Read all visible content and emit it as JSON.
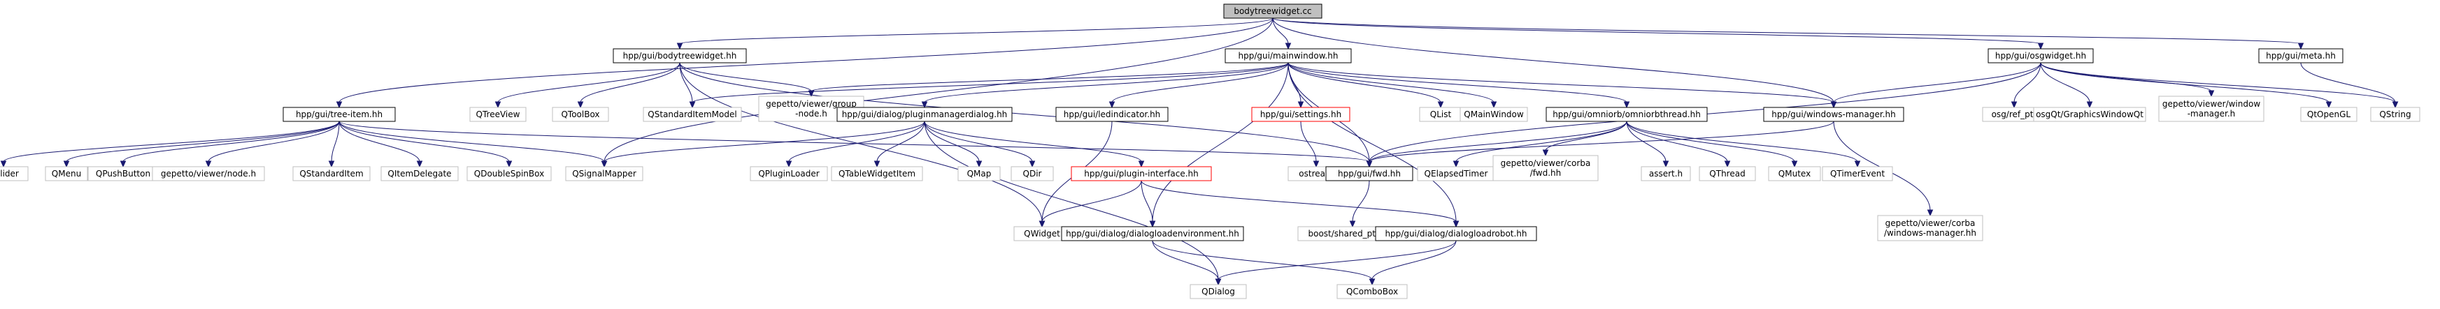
{
  "colors": {
    "edge": "#191970",
    "node_border_default": "#000000",
    "node_border_missing": "#bfbfbf",
    "node_border_broken": "#ff0000",
    "root_fill": "#bfbfbf"
  },
  "nodes": [
    {
      "id": "root",
      "label": [
        "bodytreewidget.cc"
      ],
      "style": "root"
    },
    {
      "id": "hbtw",
      "label": [
        "hpp/gui/bodytreewidget.hh"
      ],
      "style": "normal"
    },
    {
      "id": "hmw",
      "label": [
        "hpp/gui/mainwindow.hh"
      ],
      "style": "normal"
    },
    {
      "id": "hosg",
      "label": [
        "hpp/gui/osgwidget.hh"
      ],
      "style": "normal"
    },
    {
      "id": "hmeta",
      "label": [
        "hpp/gui/meta.hh"
      ],
      "style": "normal"
    },
    {
      "id": "htree",
      "label": [
        "hpp/gui/tree-item.hh"
      ],
      "style": "normal"
    },
    {
      "id": "qtreeview",
      "label": [
        "QTreeView"
      ],
      "style": "missing"
    },
    {
      "id": "qtoolbox",
      "label": [
        "QToolBox"
      ],
      "style": "missing"
    },
    {
      "id": "qsim",
      "label": [
        "QStandardItemModel"
      ],
      "style": "missing"
    },
    {
      "id": "gvgroup",
      "label": [
        "gepetto/viewer/group",
        "-node.h"
      ],
      "style": "missing"
    },
    {
      "id": "hpmd",
      "label": [
        "hpp/gui/dialog/pluginmanagerdialog.hh"
      ],
      "style": "normal"
    },
    {
      "id": "hled",
      "label": [
        "hpp/gui/ledindicator.hh"
      ],
      "style": "normal"
    },
    {
      "id": "hsettings",
      "label": [
        "hpp/gui/settings.hh"
      ],
      "style": "broken"
    },
    {
      "id": "qlist",
      "label": [
        "QList"
      ],
      "style": "missing"
    },
    {
      "id": "qmainwindow",
      "label": [
        "QMainWindow"
      ],
      "style": "missing"
    },
    {
      "id": "homni",
      "label": [
        "hpp/gui/omniorb/omniorbthread.hh"
      ],
      "style": "normal"
    },
    {
      "id": "hwm",
      "label": [
        "hpp/gui/windows-manager.hh"
      ],
      "style": "normal"
    },
    {
      "id": "osgref",
      "label": [
        "osg/ref_ptr"
      ],
      "style": "missing"
    },
    {
      "id": "osggwqt",
      "label": [
        "osgQt/GraphicsWindowQt"
      ],
      "style": "missing"
    },
    {
      "id": "gvwm",
      "label": [
        "gepetto/viewer/window",
        "-manager.h"
      ],
      "style": "missing"
    },
    {
      "id": "qtopengl",
      "label": [
        "QtOpenGL"
      ],
      "style": "missing"
    },
    {
      "id": "qstring",
      "label": [
        "QString"
      ],
      "style": "missing"
    },
    {
      "id": "qslider",
      "label": [
        "QSlider"
      ],
      "style": "missing"
    },
    {
      "id": "qmenu",
      "label": [
        "QMenu"
      ],
      "style": "missing"
    },
    {
      "id": "qpushbutton",
      "label": [
        "QPushButton"
      ],
      "style": "missing"
    },
    {
      "id": "gvnode",
      "label": [
        "gepetto/viewer/node.h"
      ],
      "style": "missing"
    },
    {
      "id": "qstditem",
      "label": [
        "QStandardItem"
      ],
      "style": "missing"
    },
    {
      "id": "qitemdelegate",
      "label": [
        "QItemDelegate"
      ],
      "style": "missing"
    },
    {
      "id": "qdspin",
      "label": [
        "QDoubleSpinBox"
      ],
      "style": "missing"
    },
    {
      "id": "qsigmap",
      "label": [
        "QSignalMapper"
      ],
      "style": "missing"
    },
    {
      "id": "qpluginloader",
      "label": [
        "QPluginLoader"
      ],
      "style": "missing"
    },
    {
      "id": "qtwi",
      "label": [
        "QTableWidgetItem"
      ],
      "style": "missing"
    },
    {
      "id": "qmap",
      "label": [
        "QMap"
      ],
      "style": "missing"
    },
    {
      "id": "qdir",
      "label": [
        "QDir"
      ],
      "style": "missing"
    },
    {
      "id": "hplugin",
      "label": [
        "hpp/gui/plugin-interface.hh"
      ],
      "style": "broken"
    },
    {
      "id": "ostream",
      "label": [
        "ostream"
      ],
      "style": "missing"
    },
    {
      "id": "hfwd",
      "label": [
        "hpp/gui/fwd.hh"
      ],
      "style": "normal"
    },
    {
      "id": "qelapsed",
      "label": [
        "QElapsedTimer"
      ],
      "style": "missing"
    },
    {
      "id": "gvcorbafwd",
      "label": [
        "gepetto/viewer/corba",
        "/fwd.hh"
      ],
      "style": "missing"
    },
    {
      "id": "asserth",
      "label": [
        "assert.h"
      ],
      "style": "missing"
    },
    {
      "id": "qthread",
      "label": [
        "QThread"
      ],
      "style": "missing"
    },
    {
      "id": "qmutex",
      "label": [
        "QMutex"
      ],
      "style": "missing"
    },
    {
      "id": "qtimerevent",
      "label": [
        "QTimerEvent"
      ],
      "style": "missing"
    },
    {
      "id": "gvcorbawm",
      "label": [
        "gepetto/viewer/corba",
        "/windows-manager.hh"
      ],
      "style": "missing"
    },
    {
      "id": "qwidget",
      "label": [
        "QWidget"
      ],
      "style": "missing"
    },
    {
      "id": "hdle",
      "label": [
        "hpp/gui/dialog/dialogloadenvironment.hh"
      ],
      "style": "normal"
    },
    {
      "id": "boostsp",
      "label": [
        "boost/shared_ptr.hpp"
      ],
      "style": "missing"
    },
    {
      "id": "hdlr",
      "label": [
        "hpp/gui/dialog/dialogloadrobot.hh"
      ],
      "style": "normal"
    },
    {
      "id": "qdialog",
      "label": [
        "QDialog"
      ],
      "style": "missing"
    },
    {
      "id": "qcombobox",
      "label": [
        "QComboBox"
      ],
      "style": "missing"
    }
  ],
  "edges": [
    [
      "root",
      "hbtw"
    ],
    [
      "root",
      "hmw"
    ],
    [
      "root",
      "hosg"
    ],
    [
      "root",
      "hmeta"
    ],
    [
      "root",
      "htree"
    ],
    [
      "root",
      "qsigmap"
    ],
    [
      "root",
      "hwm"
    ],
    [
      "hbtw",
      "qtreeview"
    ],
    [
      "hbtw",
      "qtoolbox"
    ],
    [
      "hbtw",
      "qsim"
    ],
    [
      "hbtw",
      "gvgroup"
    ],
    [
      "hbtw",
      "hfwd"
    ],
    [
      "hbtw",
      "qwidget"
    ],
    [
      "hmw",
      "qsim"
    ],
    [
      "hmw",
      "gvgroup"
    ],
    [
      "hmw",
      "hpmd"
    ],
    [
      "hmw",
      "hled"
    ],
    [
      "hmw",
      "hsettings"
    ],
    [
      "hmw",
      "qlist"
    ],
    [
      "hmw",
      "qmainwindow"
    ],
    [
      "hmw",
      "homni"
    ],
    [
      "hmw",
      "hwm"
    ],
    [
      "hmw",
      "hfwd"
    ],
    [
      "hmw",
      "hdle"
    ],
    [
      "hmw",
      "hdlr"
    ],
    [
      "hosg",
      "hwm"
    ],
    [
      "hosg",
      "osgref"
    ],
    [
      "hosg",
      "osggwqt"
    ],
    [
      "hosg",
      "gvwm"
    ],
    [
      "hosg",
      "qtopengl"
    ],
    [
      "hosg",
      "qstring"
    ],
    [
      "hosg",
      "hfwd"
    ],
    [
      "hmeta",
      "qstring"
    ],
    [
      "htree",
      "qslider"
    ],
    [
      "htree",
      "qmenu"
    ],
    [
      "htree",
      "qpushbutton"
    ],
    [
      "htree",
      "gvnode"
    ],
    [
      "htree",
      "qstditem"
    ],
    [
      "htree",
      "qitemdelegate"
    ],
    [
      "htree",
      "qdspin"
    ],
    [
      "htree",
      "qsigmap"
    ],
    [
      "htree",
      "hfwd"
    ],
    [
      "hpmd",
      "qpluginloader"
    ],
    [
      "hpmd",
      "qtwi"
    ],
    [
      "hpmd",
      "qmap"
    ],
    [
      "hpmd",
      "qdir"
    ],
    [
      "hpmd",
      "hplugin"
    ],
    [
      "hpmd",
      "qsigmap"
    ],
    [
      "hpmd",
      "qdialog"
    ],
    [
      "hled",
      "qwidget"
    ],
    [
      "hsettings",
      "ostream"
    ],
    [
      "homni",
      "qelapsed"
    ],
    [
      "homni",
      "gvcorbafwd"
    ],
    [
      "homni",
      "asserth"
    ],
    [
      "homni",
      "qthread"
    ],
    [
      "homni",
      "qmutex"
    ],
    [
      "homni",
      "qtimerevent"
    ],
    [
      "homni",
      "hfwd"
    ],
    [
      "hwm",
      "gvcorbawm"
    ],
    [
      "hwm",
      "hfwd"
    ],
    [
      "hplugin",
      "qwidget"
    ],
    [
      "hplugin",
      "hdle"
    ],
    [
      "hplugin",
      "hdlr"
    ],
    [
      "hfwd",
      "boostsp"
    ],
    [
      "hdle",
      "qdialog"
    ],
    [
      "hdle",
      "qcombobox"
    ],
    [
      "hdlr",
      "qdialog"
    ],
    [
      "hdlr",
      "qcombobox"
    ]
  ]
}
